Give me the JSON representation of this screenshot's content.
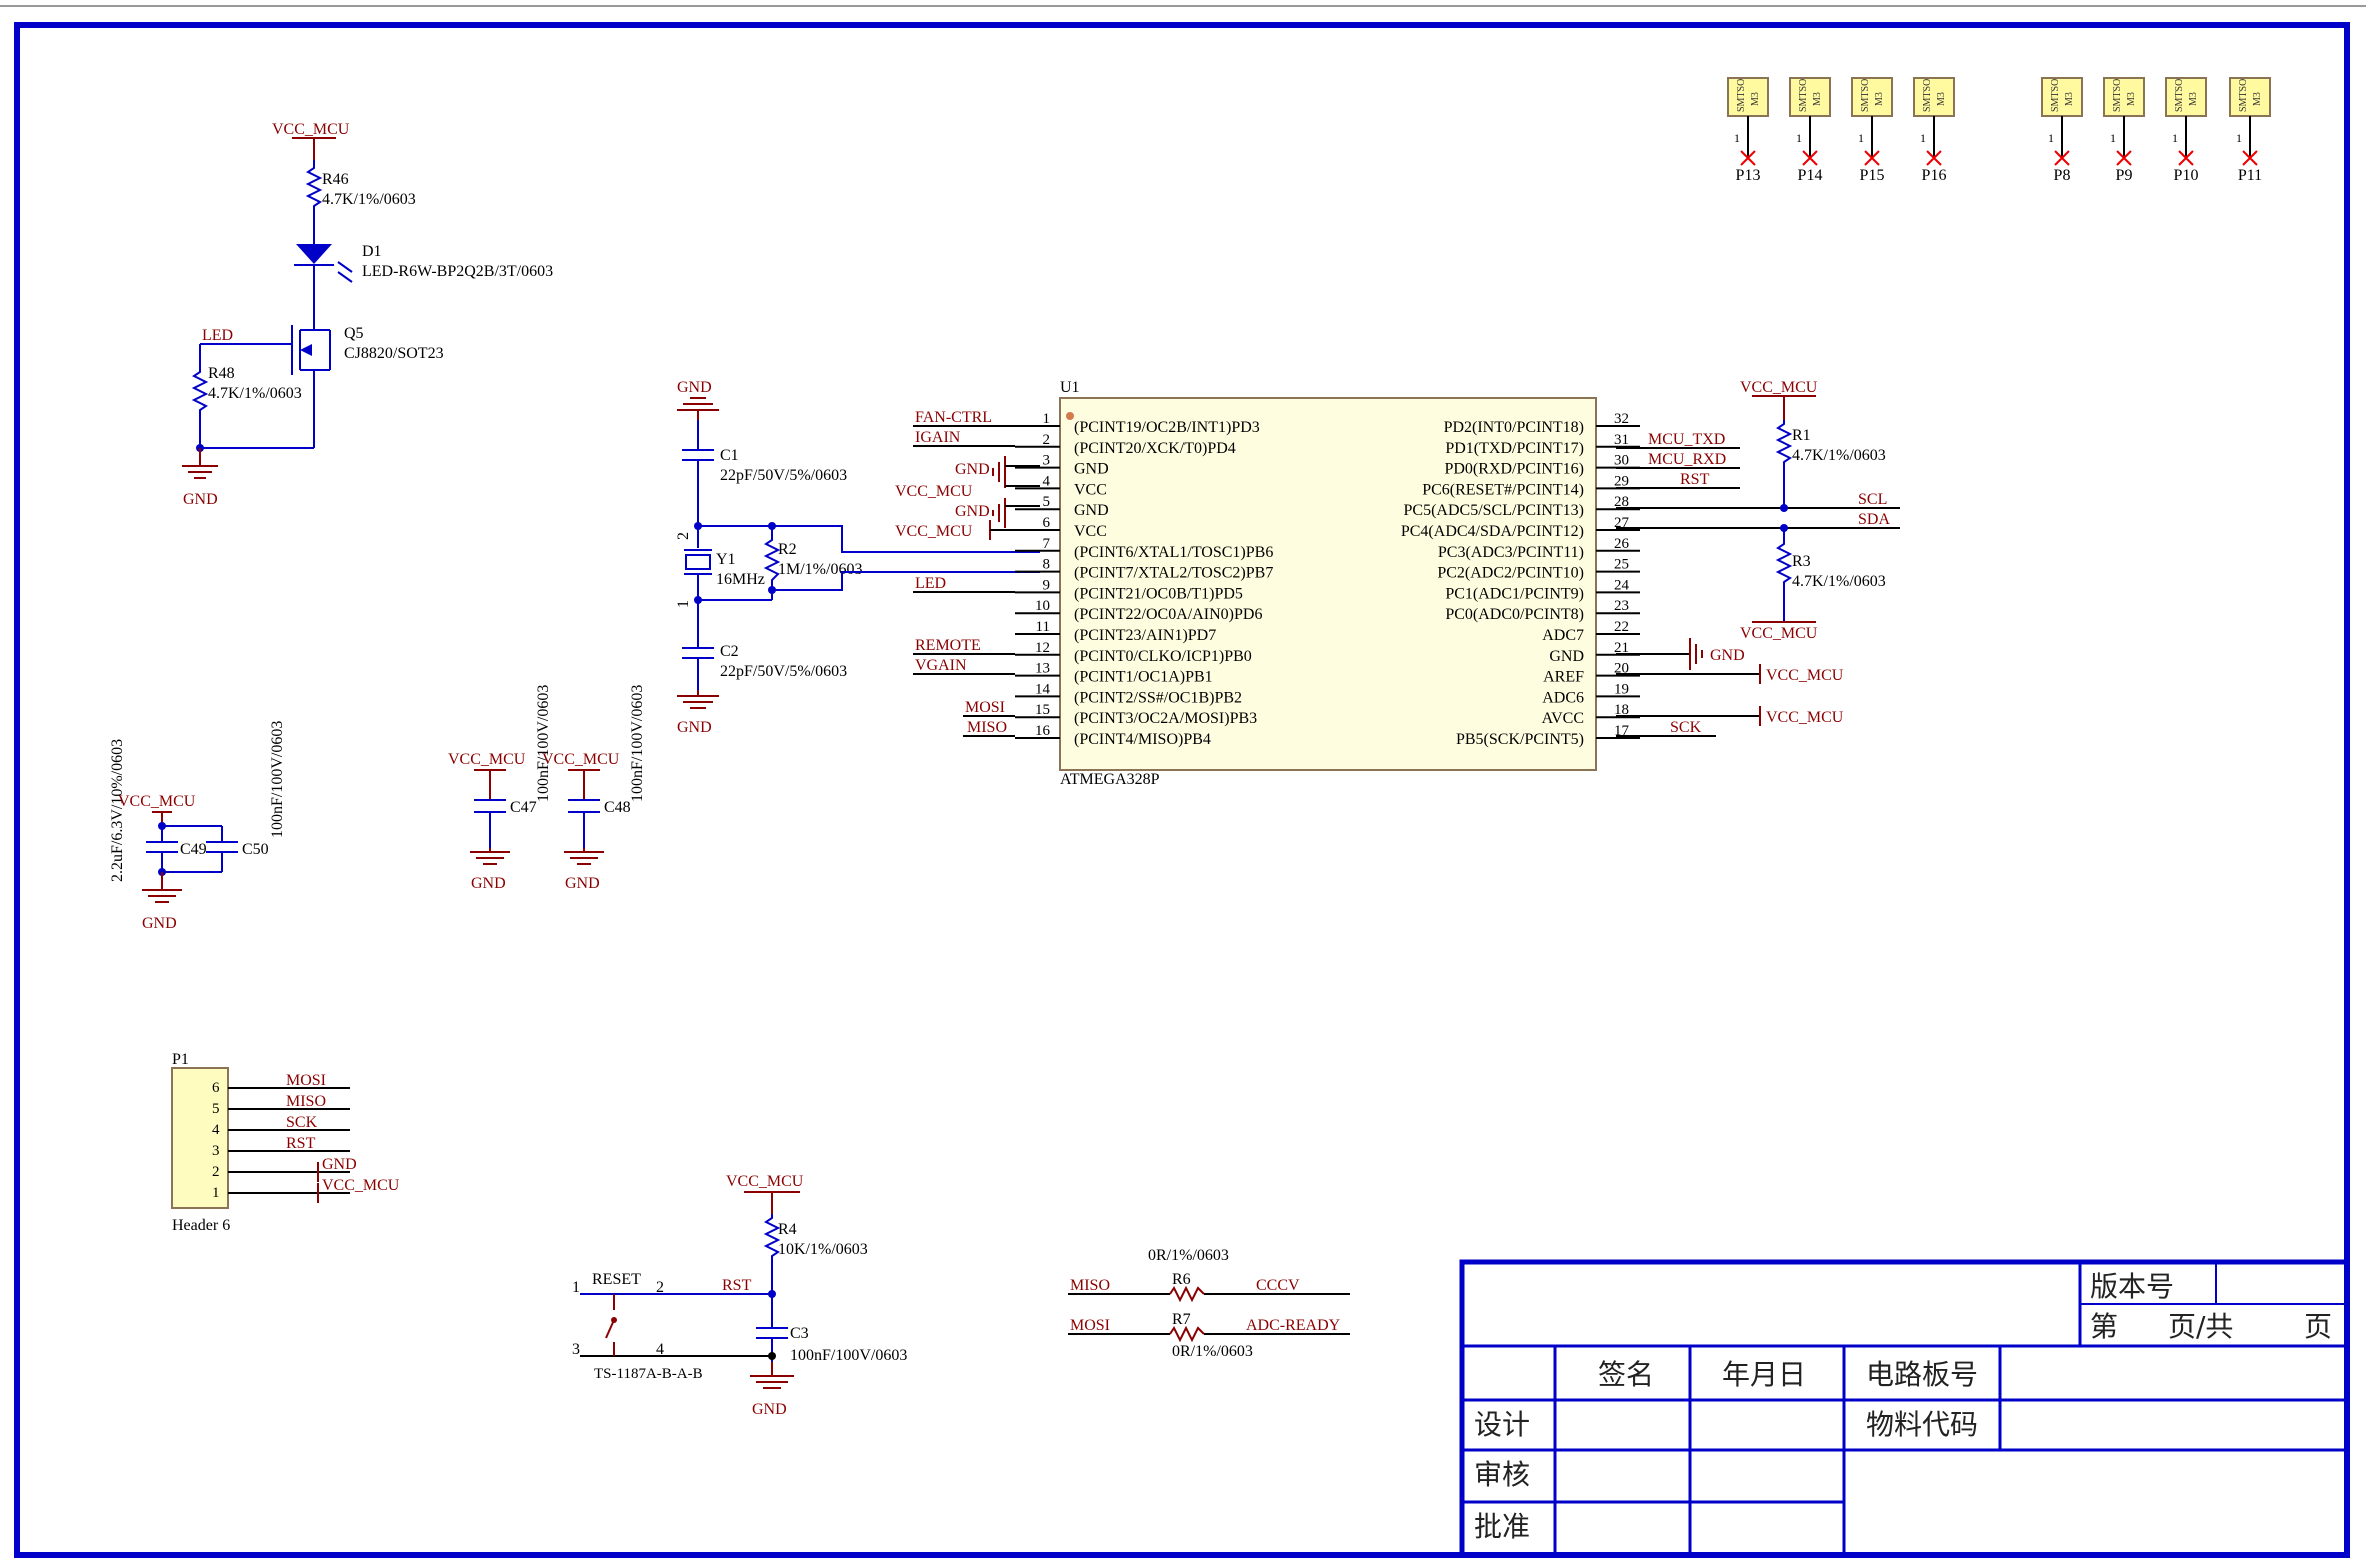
{
  "nets": {
    "vcc": "VCC_MCU",
    "gnd": "GND",
    "led": "LED",
    "fan_ctrl": "FAN-CTRL",
    "igain": "IGAIN",
    "remote": "REMOTE",
    "vgain": "VGAIN",
    "mosi": "MOSI",
    "miso": "MISO",
    "mcu_txd": "MCU_TXD",
    "mcu_rxd": "MCU_RXD",
    "rst": "RST",
    "scl": "SCL",
    "sda": "SDA",
    "sck": "SCK",
    "reset": "RESET",
    "cccv": "CCCV",
    "adc_ready": "ADC-READY"
  },
  "components": {
    "r46": {
      "designator": "R46",
      "value": "4.7K/1%/0603"
    },
    "d1": {
      "designator": "D1",
      "value": "LED-R6W-BP2Q2B/3T/0603"
    },
    "q5": {
      "designator": "Q5",
      "value": "CJ8820/SOT23"
    },
    "r48": {
      "designator": "R48",
      "value": "4.7K/1%/0603"
    },
    "c1": {
      "designator": "C1",
      "value": "22pF/50V/5%/0603"
    },
    "c2": {
      "designator": "C2",
      "value": "22pF/50V/5%/0603"
    },
    "y1": {
      "designator": "Y1",
      "value": "16MHz"
    },
    "r2": {
      "designator": "R2",
      "value": "1M/1%/0603"
    },
    "r1": {
      "designator": "R1",
      "value": "4.7K/1%/0603"
    },
    "r3": {
      "designator": "R3",
      "value": "4.7K/1%/0603"
    },
    "c49": {
      "designator": "C49",
      "value": "2.2uF/6.3V/10%/0603"
    },
    "c50": {
      "designator": "C50",
      "value": "100nF/100V/0603"
    },
    "c47": {
      "designator": "C47",
      "value": "100nF/100V/0603"
    },
    "c48": {
      "designator": "C48",
      "value": "100nF/100V/0603"
    },
    "p1": {
      "designator": "P1",
      "value": "Header 6"
    },
    "r4": {
      "designator": "R4",
      "value": "10K/1%/0603"
    },
    "c3": {
      "designator": "C3",
      "value": "100nF/100V/0603"
    },
    "sw": {
      "value": "TS-1187A-B-A-B"
    },
    "r6": {
      "designator": "R6",
      "value": "0R/1%/0603"
    },
    "r7": {
      "designator": "R7",
      "value": "0R/1%/0603"
    }
  },
  "u1": {
    "designator": "U1",
    "part": "ATMEGA328P",
    "left_pins": [
      {
        "num": "1",
        "name": "(PCINT19/OC2B/INT1)PD3"
      },
      {
        "num": "2",
        "name": "(PCINT20/XCK/T0)PD4"
      },
      {
        "num": "3",
        "name": "GND"
      },
      {
        "num": "4",
        "name": "VCC"
      },
      {
        "num": "5",
        "name": "GND"
      },
      {
        "num": "6",
        "name": "VCC"
      },
      {
        "num": "7",
        "name": "(PCINT6/XTAL1/TOSC1)PB6"
      },
      {
        "num": "8",
        "name": "(PCINT7/XTAL2/TOSC2)PB7"
      },
      {
        "num": "9",
        "name": "(PCINT21/OC0B/T1)PD5"
      },
      {
        "num": "10",
        "name": "(PCINT22/OC0A/AIN0)PD6"
      },
      {
        "num": "11",
        "name": "(PCINT23/AIN1)PD7"
      },
      {
        "num": "12",
        "name": "(PCINT0/CLKO/ICP1)PB0"
      },
      {
        "num": "13",
        "name": "(PCINT1/OC1A)PB1"
      },
      {
        "num": "14",
        "name": "(PCINT2/SS#/OC1B)PB2"
      },
      {
        "num": "15",
        "name": "(PCINT3/OC2A/MOSI)PB3"
      },
      {
        "num": "16",
        "name": "(PCINT4/MISO)PB4"
      }
    ],
    "right_pins": [
      {
        "num": "32",
        "name": "PD2(INT0/PCINT18)"
      },
      {
        "num": "31",
        "name": "PD1(TXD/PCINT17)"
      },
      {
        "num": "30",
        "name": "PD0(RXD/PCINT16)"
      },
      {
        "num": "29",
        "name": "PC6(RESET#/PCINT14)"
      },
      {
        "num": "28",
        "name": "PC5(ADC5/SCL/PCINT13)"
      },
      {
        "num": "27",
        "name": "PC4(ADC4/SDA/PCINT12)"
      },
      {
        "num": "26",
        "name": "PC3(ADC3/PCINT11)"
      },
      {
        "num": "25",
        "name": "PC2(ADC2/PCINT10)"
      },
      {
        "num": "24",
        "name": "PC1(ADC1/PCINT9)"
      },
      {
        "num": "23",
        "name": "PC0(ADC0/PCINT8)"
      },
      {
        "num": "22",
        "name": "ADC7"
      },
      {
        "num": "21",
        "name": "GND"
      },
      {
        "num": "20",
        "name": "AREF"
      },
      {
        "num": "19",
        "name": "ADC6"
      },
      {
        "num": "18",
        "name": "AVCC"
      },
      {
        "num": "17",
        "name": "PB5(SCK/PCINT5)"
      }
    ]
  },
  "header_pins": [
    {
      "num": "6",
      "net": "MOSI"
    },
    {
      "num": "5",
      "net": "MISO"
    },
    {
      "num": "4",
      "net": "SCK"
    },
    {
      "num": "3",
      "net": "RST"
    },
    {
      "num": "2",
      "net": "GND"
    },
    {
      "num": "1",
      "net": "VCC_MCU"
    }
  ],
  "switch_pins": [
    "1",
    "2",
    "3",
    "4"
  ],
  "xtal_pins": [
    "2",
    "1"
  ],
  "mount_holes": {
    "body_text": "SMTSO",
    "sub_text": "M3",
    "pin_label": "1",
    "designators": [
      "P13",
      "P14",
      "P15",
      "P16",
      "P8",
      "P9",
      "P10",
      "P11"
    ]
  },
  "title_block": {
    "version": "版本号",
    "page": "第",
    "page_of": "页/共",
    "page_end": "页",
    "sign": "签名",
    "date": "年月日",
    "board_no": "电路板号",
    "design": "设计",
    "material_code": "物料代码",
    "review": "审核",
    "approve": "批准"
  },
  "colors": {
    "wire": "#0000c8",
    "net_label": "#8b0000",
    "chip_fill": "#fffde0",
    "hole_fill": "#fffaa0",
    "frame": "#0000c8"
  }
}
